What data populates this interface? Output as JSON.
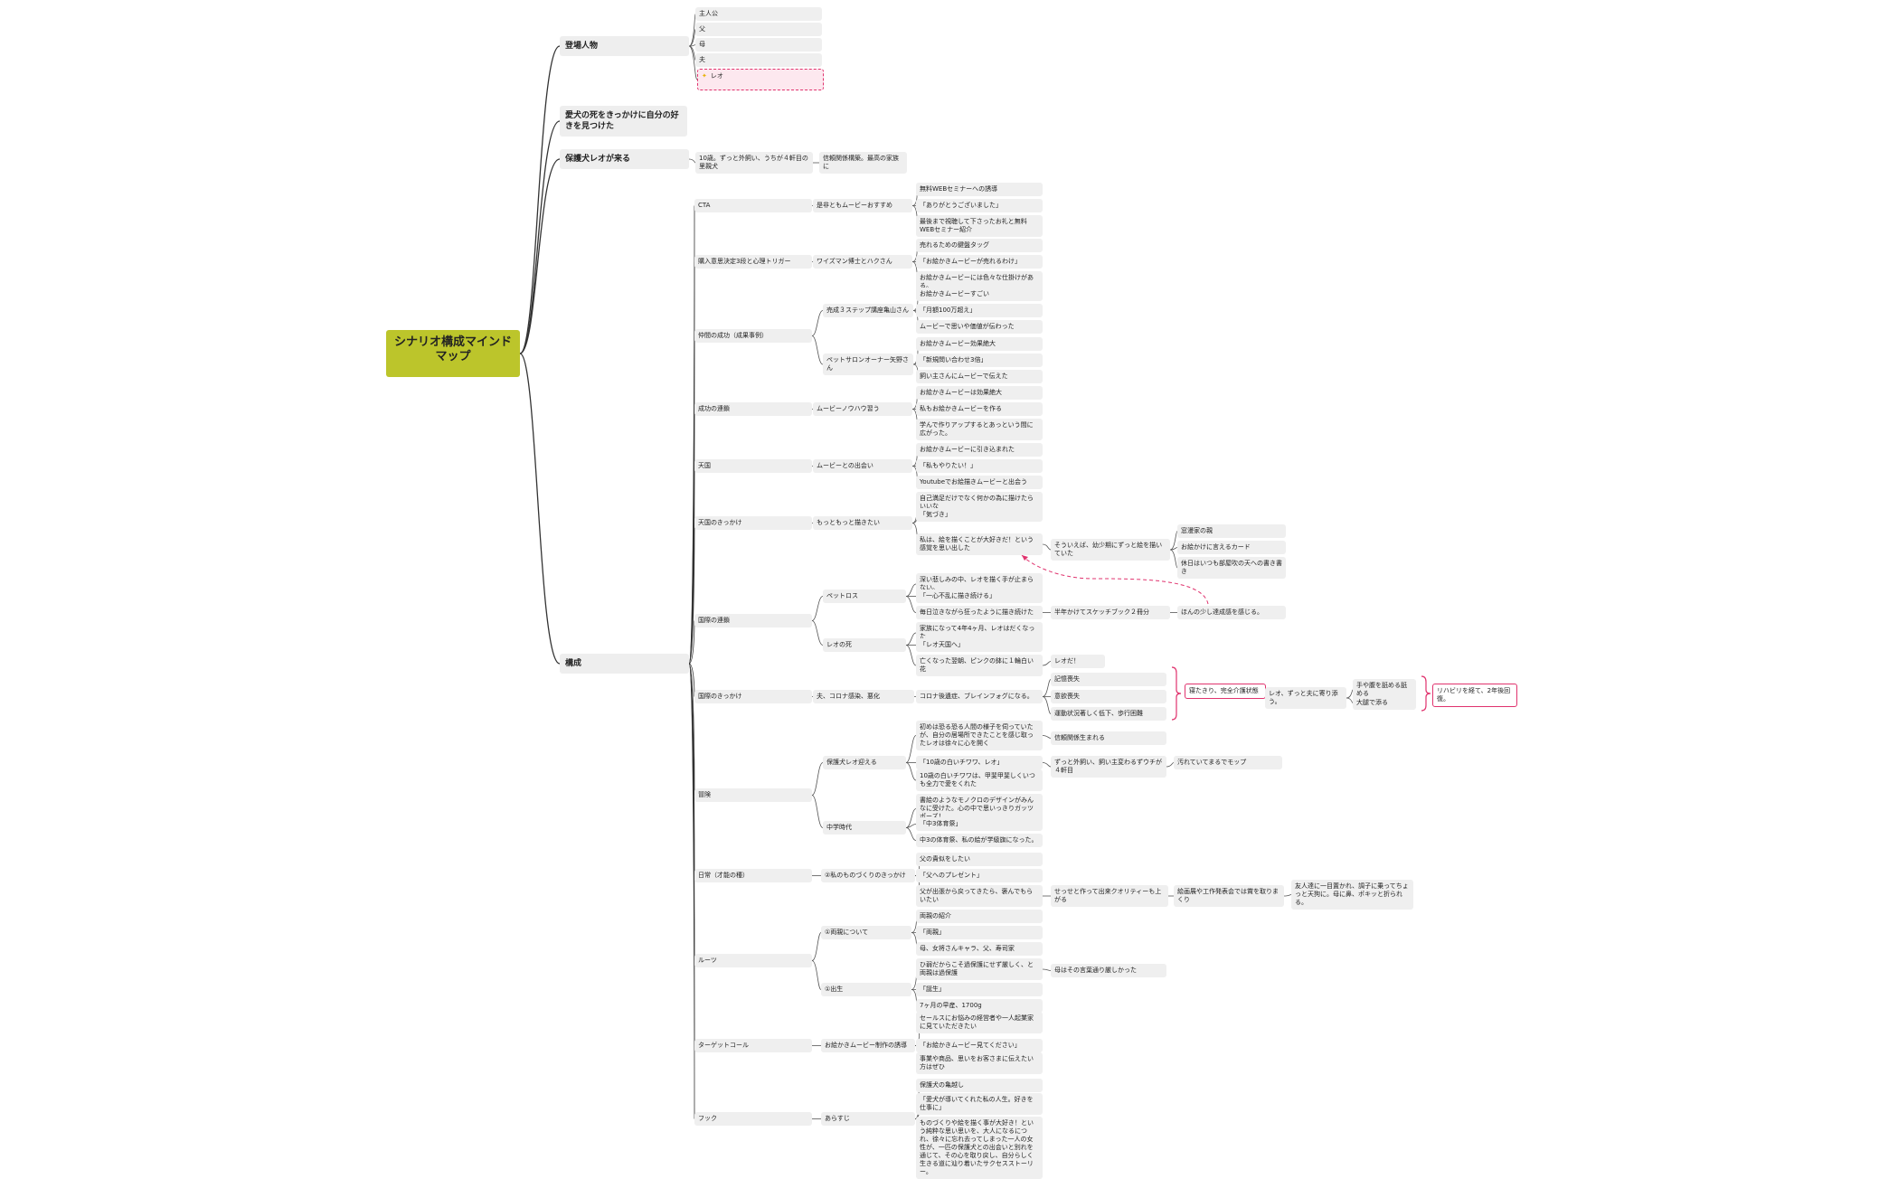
{
  "root": {
    "id": "root",
    "label": "シナリオ構成マインドマップ"
  },
  "nodes": [
    {
      "id": "n1",
      "label": "登場人物"
    },
    {
      "id": "n1a",
      "label": "主人公"
    },
    {
      "id": "n1b",
      "label": "父"
    },
    {
      "id": "n1c",
      "label": "母"
    },
    {
      "id": "n1d",
      "label": "夫"
    },
    {
      "id": "n1e",
      "label": "レオ",
      "icon": "star-icon"
    },
    {
      "id": "n2",
      "label": "愛犬の死をきっかけに自分の好きを見つけた"
    },
    {
      "id": "n3",
      "label": "保護犬レオが来る"
    },
    {
      "id": "n3a",
      "label": "10歳。ずっと外飼い、うちが４軒目の里親犬"
    },
    {
      "id": "n3b",
      "label": "信頼関係構築。最高の家族に"
    },
    {
      "id": "n4",
      "label": "構成"
    },
    {
      "id": "c1",
      "label": "CTA"
    },
    {
      "id": "c1a",
      "label": "是非ともムービーおすすめ"
    },
    {
      "id": "c1a1",
      "label": "無料WEBセミナーへの誘導"
    },
    {
      "id": "c1a2",
      "label": "「ありがとうございました」"
    },
    {
      "id": "c1a3",
      "label": "最後まで視聴して下さったお礼と無料WEBセミナー紹介"
    },
    {
      "id": "c2",
      "label": "購入意思決定3段と心理トリガー"
    },
    {
      "id": "c2a",
      "label": "ワイズマン博士とハクさん"
    },
    {
      "id": "c2a1",
      "label": "売れるための鍵盤タッグ"
    },
    {
      "id": "c2a2",
      "label": "「お絵かきムービーが売れるわけ」"
    },
    {
      "id": "c2a3",
      "label": "お絵かきムービーには色々な仕掛けがある。"
    },
    {
      "id": "c3",
      "label": "仲間の成功（成果事例）"
    },
    {
      "id": "c3a",
      "label": "売成３ステップ講座亀山さん"
    },
    {
      "id": "c3a1",
      "label": "お絵かきムービーすごい"
    },
    {
      "id": "c3a2",
      "label": "「月額100万超え」"
    },
    {
      "id": "c3a3",
      "label": "ムービーで思いや価値が伝わった"
    },
    {
      "id": "c3b",
      "label": "ペットサロンオーナー矢野さん"
    },
    {
      "id": "c3b1",
      "label": "お絵かきムービー効果絶大"
    },
    {
      "id": "c3b2",
      "label": "「新規問い合わせ3倍」"
    },
    {
      "id": "c3b3",
      "label": "飼い主さんにムービーで伝えた"
    },
    {
      "id": "c4",
      "label": "成功の連鎖"
    },
    {
      "id": "c4a",
      "label": "ムービーノウハウ習う"
    },
    {
      "id": "c4a1",
      "label": "お絵かきムービーは効果絶大"
    },
    {
      "id": "c4a2",
      "label": "私もお絵かきムービーを作る"
    },
    {
      "id": "c4a3",
      "label": "学んで作りアップするとあっという間に広がった。"
    },
    {
      "id": "c5",
      "label": "天国"
    },
    {
      "id": "c5a",
      "label": "ムービーとの出会い"
    },
    {
      "id": "c5a1",
      "label": "お絵かきムービーに引き込まれた"
    },
    {
      "id": "c5a2",
      "label": "「私もやりたい！」"
    },
    {
      "id": "c5a3",
      "label": "Youtubeでお絵描きムービーと出会う"
    },
    {
      "id": "c6",
      "label": "天国のきっかけ"
    },
    {
      "id": "c6a",
      "label": "もっともっと描きたい"
    },
    {
      "id": "c6a1",
      "label": "自己満足だけでなく何かの為に描けたらいいな"
    },
    {
      "id": "c6a2",
      "label": "「気づき」"
    },
    {
      "id": "c6a3",
      "label": "私は、絵を描くことが大好きだ！という感覚を思い出した"
    },
    {
      "id": "c6a3a",
      "label": "そういえば、幼少期にずっと絵を描いていた"
    },
    {
      "id": "c6a3a1",
      "label": "窓漫家の親"
    },
    {
      "id": "c6a3a2",
      "label": "お絵かけに言えるカード"
    },
    {
      "id": "c6a3a3",
      "label": "休日はいつも部屋吹の天への書き書き"
    },
    {
      "id": "c7",
      "label": "国際の連鎖"
    },
    {
      "id": "c7a",
      "label": "ペットロス"
    },
    {
      "id": "c7a1",
      "label": "深い悲しみの中、レオを描く手が止まらない。"
    },
    {
      "id": "c7a2",
      "label": "「一心不乱に描き続ける」"
    },
    {
      "id": "c7a3",
      "label": "毎日泣きながら狂ったように描き続けた"
    },
    {
      "id": "c7a3a",
      "label": "半年かけてスケッチブック２冊分"
    },
    {
      "id": "c7a3a1",
      "label": "ほんの少し達成感を感じる。"
    },
    {
      "id": "c7b",
      "label": "レオの死"
    },
    {
      "id": "c7b1",
      "label": "家族になって4年4ヶ月、レオはだくなった"
    },
    {
      "id": "c7b2",
      "label": "「レオ天国へ」"
    },
    {
      "id": "c7b3",
      "label": "亡くなった翌朝、ピンクの鉢に１輪白い花"
    },
    {
      "id": "c7b3a",
      "label": "レオだ！"
    },
    {
      "id": "c8",
      "label": "国際のきっかけ"
    },
    {
      "id": "c8a",
      "label": "夫、コロナ感染、悪化"
    },
    {
      "id": "c8a1",
      "label": "コロナ後遺症、ブレインフォグになる。"
    },
    {
      "id": "c8a1a",
      "label": "記憶喪失"
    },
    {
      "id": "c8a1b",
      "label": "意欲喪失"
    },
    {
      "id": "c8a1c",
      "label": "運動状況著しく低下、歩行困難"
    },
    {
      "id": "c8g",
      "label": "寝たきり、完全介護状態"
    },
    {
      "id": "c8g1",
      "label": "レオ、ずっと夫に寄り添う。"
    },
    {
      "id": "c8g1a",
      "label": "手や腹を舐める舐める"
    },
    {
      "id": "c8g1b",
      "label": "大腿で添る"
    },
    {
      "id": "c8g1c",
      "label": "リハビリを経て、2年後回復。"
    },
    {
      "id": "c9",
      "label": "冒険"
    },
    {
      "id": "c9a",
      "label": "保護犬レオ迎える"
    },
    {
      "id": "c9a1",
      "label": "初めは恐る恐る人間の様子を伺っていたが、自分の居場所できたことを感じ取ったレオは徐々に心を開く"
    },
    {
      "id": "c9a1a",
      "label": "信頼関係生まれる"
    },
    {
      "id": "c9a2",
      "label": "「10歳の白いチワワ、レオ」"
    },
    {
      "id": "c9a2a",
      "label": "ずっと外飼い、飼い主変わるずウチが４軒目"
    },
    {
      "id": "c9a2a1",
      "label": "汚れていてまるでモップ"
    },
    {
      "id": "c9a3",
      "label": "10歳の白いチワワは、甲斐甲斐しくいつも全力で愛をくれた"
    },
    {
      "id": "c9b",
      "label": "中学時代"
    },
    {
      "id": "c9b1",
      "label": "書絵のようなモノクロのデザインがみんなに受けた。心の中で思いっきりガッツポーズ！"
    },
    {
      "id": "c9b2",
      "label": "「中3体育祭」"
    },
    {
      "id": "c9b3",
      "label": "中3の体育祭、私の絵が学級旗になった。"
    },
    {
      "id": "c10",
      "label": "日常（才能の種）"
    },
    {
      "id": "c10a",
      "label": "②私のものづくりのきっかけ"
    },
    {
      "id": "c10a1",
      "label": "父の貴似をしたい"
    },
    {
      "id": "c10a2",
      "label": "「父へのプレゼント」"
    },
    {
      "id": "c10a3",
      "label": "父が出張から戻ってきたら、褒んでもらいたい"
    },
    {
      "id": "c10a3a",
      "label": "せっせと作って出来クオリティーも上がる"
    },
    {
      "id": "c10a3a1",
      "label": "絵画展や工作発表会では賞を取りまくり"
    },
    {
      "id": "c10a3a1a",
      "label": "友人達に一目置かれ、調子に乗ってちょっと天狗に。母に鼻、ポキッと折られる。"
    },
    {
      "id": "c11",
      "label": "ルーツ"
    },
    {
      "id": "c11a",
      "label": "①両親について"
    },
    {
      "id": "c11a1",
      "label": "両親の紹介"
    },
    {
      "id": "c11a2",
      "label": "「両親」"
    },
    {
      "id": "c11a3",
      "label": "母、女将さんキャラ、父、寿司家"
    },
    {
      "id": "c11b",
      "label": "①出生"
    },
    {
      "id": "c11b1",
      "label": "ひ弱だからこそ過保護にせず厳しく、と両親は過保護"
    },
    {
      "id": "c11b1a",
      "label": "母はその言葉通り厳しかった"
    },
    {
      "id": "c11b2",
      "label": "「誕生」"
    },
    {
      "id": "c11b3",
      "label": "7ヶ月の早産、1700g"
    },
    {
      "id": "c12",
      "label": "ターゲットコール"
    },
    {
      "id": "c12a",
      "label": "お絵かきムービー制作の誘導"
    },
    {
      "id": "c12a1",
      "label": "セールスにお悩みの経営者や一人起業家に見ていただきたい"
    },
    {
      "id": "c12a2",
      "label": "「お絵かきムービー見てください」"
    },
    {
      "id": "c12a3",
      "label": "事業や商品、思いをお客さまに伝えたい方はぜひ"
    },
    {
      "id": "c13",
      "label": "フック"
    },
    {
      "id": "c13a",
      "label": "あらすじ"
    },
    {
      "id": "c13a1",
      "label": "保護犬の亀越し"
    },
    {
      "id": "c13a2",
      "label": "「愛犬が導いてくれた私の人生。好きを仕事に」"
    },
    {
      "id": "c13a3",
      "label": "ものづくりや絵を描く事が大好き！という純粋な思い思いを、大人になるにつれ、徐々に忘れ去ってしまった一人の女性が、一匹の保護犬との出会いと別れを通じて、その心を取り戻し、自分らしく生きる道に辿り着いたサクセスストーリー。"
    }
  ]
}
